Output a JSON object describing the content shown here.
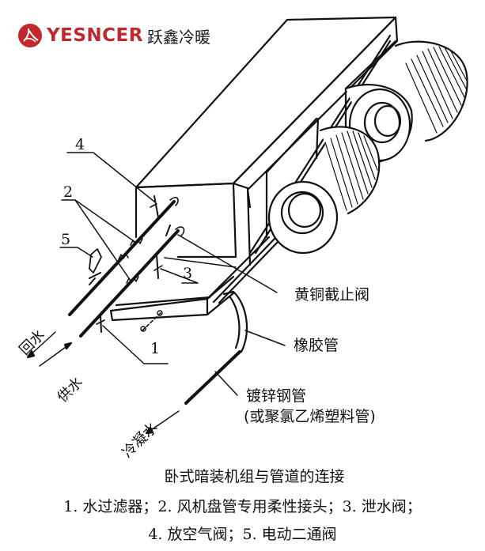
{
  "brand": {
    "name_en": "YESNCER",
    "name_cn": "跃鑫冷暖",
    "color": "#c0282d",
    "logo_icon": "brand-mark-icon"
  },
  "diagram": {
    "callouts": {
      "n1": "1",
      "n2": "2",
      "n3": "3",
      "n4": "4",
      "n5": "5"
    },
    "labels": {
      "brass_valve": "黄铜截止阀",
      "rubber_hose": "橡胶管",
      "galvanized_pipe": "镀锌钢管",
      "pvc_pipe": "(或聚氯乙烯塑料管)",
      "return_water": "回水",
      "supply_water": "供水",
      "condensate": "冷凝水"
    },
    "line_color": "#111111"
  },
  "caption": {
    "title": "卧式暗装机组与管道的连接",
    "legend_line1": "1. 水过滤器；2. 风机盘管专用柔性接头；3. 泄水阀；",
    "legend_line2": "4. 放空气阀；5. 电动二通阀"
  }
}
